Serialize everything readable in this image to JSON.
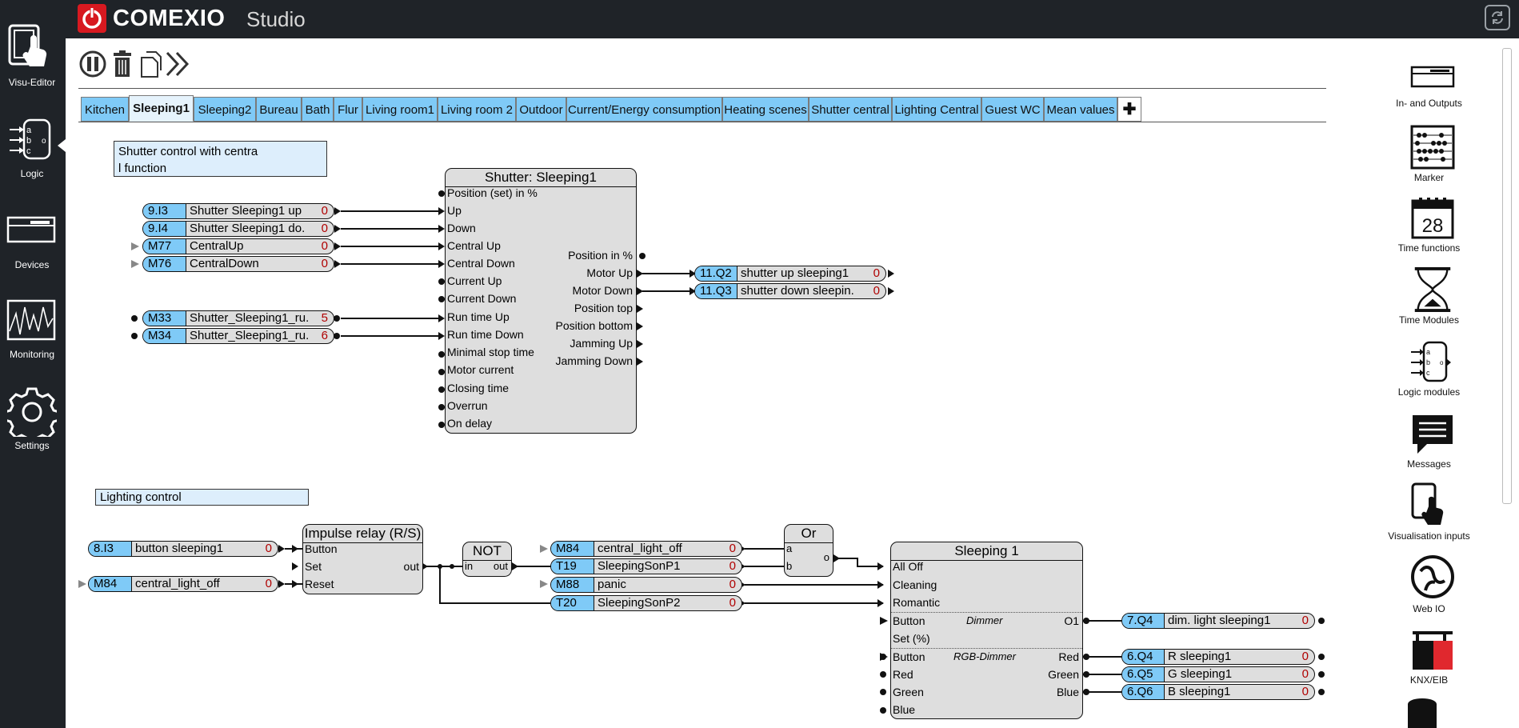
{
  "header": {
    "brand": "COMEXIO",
    "product": "Studio"
  },
  "nav": [
    {
      "label": "Visu-Editor",
      "icon": "touch-icon"
    },
    {
      "label": "Logic",
      "icon": "logic-icon"
    },
    {
      "label": "Devices",
      "icon": "device-icon"
    },
    {
      "label": "Monitoring",
      "icon": "monitoring-icon"
    },
    {
      "label": "Settings",
      "icon": "gear-icon"
    }
  ],
  "tabs": [
    "Kitchen",
    "Sleeping1",
    "Sleeping2",
    "Bureau",
    "Bath",
    "Flur",
    "Living room1",
    "Living room 2",
    "Outdoor",
    "Current/Energy consumption",
    "Heating scenes",
    "Shutter central",
    "Lighting Central",
    "Guest WC",
    "Mean values"
  ],
  "active_tab": "Sleeping1",
  "notes": {
    "shutter": [
      "Shutter control with centra",
      "l function"
    ],
    "lighting": "Lighting control"
  },
  "shutter_block": {
    "title": "Shutter: Sleeping1",
    "inputs": [
      "Position (set) in %",
      "Up",
      "Down",
      "Central Up",
      "Central Down",
      "Current Up",
      "Current Down",
      "Run time Up",
      "Run time Down",
      "Minimal stop time",
      "Motor current",
      "Closing time",
      "Overrun",
      "On delay"
    ],
    "outputs": [
      "Position in %",
      "Motor Up",
      "Motor Down",
      "Position top",
      "Position bottom",
      "Jamming Up",
      "Jamming Down"
    ]
  },
  "shutter_ios": [
    {
      "addr": "9.I3",
      "name": "Shutter Sleeping1 up",
      "value": "0"
    },
    {
      "addr": "9.I4",
      "name": "Shutter Sleeping1 do.",
      "value": "0"
    },
    {
      "addr": "M77",
      "name": "CentralUp",
      "value": "0"
    },
    {
      "addr": "M76",
      "name": "CentralDown",
      "value": "0"
    },
    {
      "addr": "M33",
      "name": "Shutter_Sleeping1_ru.",
      "value": "5"
    },
    {
      "addr": "M34",
      "name": "Shutter_Sleeping1_ru.",
      "value": "6"
    },
    {
      "addr": "11.Q2",
      "name": "shutter up sleeping1",
      "value": "0"
    },
    {
      "addr": "11.Q3",
      "name": "shutter down sleepin.",
      "value": "0"
    }
  ],
  "impulse_block": {
    "title": "Impulse relay (R/S)",
    "inputs": [
      "Button",
      "Set",
      "Reset"
    ],
    "output": "out"
  },
  "not_block": {
    "title": "NOT",
    "in": "in",
    "out": "out"
  },
  "or_block": {
    "title": "Or",
    "a": "a",
    "b": "b",
    "o": "o"
  },
  "sleeping_block": {
    "title": "Sleeping 1",
    "inputs": [
      "All Off",
      "Cleaning",
      "Romantic",
      "Button",
      "Set (%)",
      "Button",
      "Red",
      "Green",
      "Blue"
    ],
    "dimmer_label": "Dimmer",
    "rgb_label": "RGB-Dimmer",
    "outputs": [
      "O1",
      "Red",
      "Green",
      "Blue"
    ]
  },
  "light_ios": [
    {
      "addr": "8.I3",
      "name": "button sleeping1",
      "value": "0"
    },
    {
      "addr": "M84",
      "name": "central_light_off",
      "value": "0"
    },
    {
      "addr": "M84",
      "name": "central_light_off",
      "value": "0"
    },
    {
      "addr": "T19",
      "name": "SleepingSonP1",
      "value": "0"
    },
    {
      "addr": "M88",
      "name": "panic",
      "value": "0"
    },
    {
      "addr": "T20",
      "name": "SleepingSonP2",
      "value": "0"
    },
    {
      "addr": "7.Q4",
      "name": "dim. light sleeping1",
      "value": "0"
    },
    {
      "addr": "6.Q4",
      "name": "R sleeping1",
      "value": "0"
    },
    {
      "addr": "6.Q5",
      "name": "G sleeping1",
      "value": "0"
    },
    {
      "addr": "6.Q6",
      "name": "B sleeping1",
      "value": "0"
    }
  ],
  "right_panel": [
    {
      "label": "In- and Outputs",
      "icon": "io-module-icon"
    },
    {
      "label": "Marker",
      "icon": "abacus-icon"
    },
    {
      "label": "Time functions",
      "icon": "calendar-icon",
      "day": "28"
    },
    {
      "label": "Time Modules",
      "icon": "hourglass-icon"
    },
    {
      "label": "Logic modules",
      "icon": "logic-module-icon"
    },
    {
      "label": "Messages",
      "icon": "message-icon"
    },
    {
      "label": "Visualisation inputs",
      "icon": "touch-tablet-icon"
    },
    {
      "label": "Web IO",
      "icon": "web-icon"
    },
    {
      "label": "KNX/EIB",
      "icon": "knx-icon"
    }
  ],
  "colors": {
    "accent": "#7fcaf7",
    "brand": "#d71920",
    "sidebar": "#1f2328",
    "block": "#dedede",
    "value": "#b00000"
  }
}
